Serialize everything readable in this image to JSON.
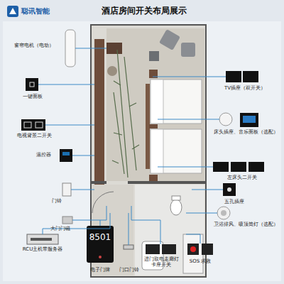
{
  "diagram": {
    "title": "酒店房间开关布局展示",
    "labels": [
      "聪讯智能",
      "窗帘电机（电动）",
      "一键面板",
      "电视背景二开关",
      "温控器",
      "门铃",
      "大门门磁",
      "RCU主机带服务器",
      "8501",
      "电子门牌",
      "门口门铃",
      "进门取电走廊灯卡座开关",
      "SOS 求救",
      "TV插座（双开关）",
      "床头插座、音乐面板（选配）",
      "左床头二开关",
      "五孔插座",
      "卫浴排风、吸顶筒灯（选配）"
    ]
  }
}
